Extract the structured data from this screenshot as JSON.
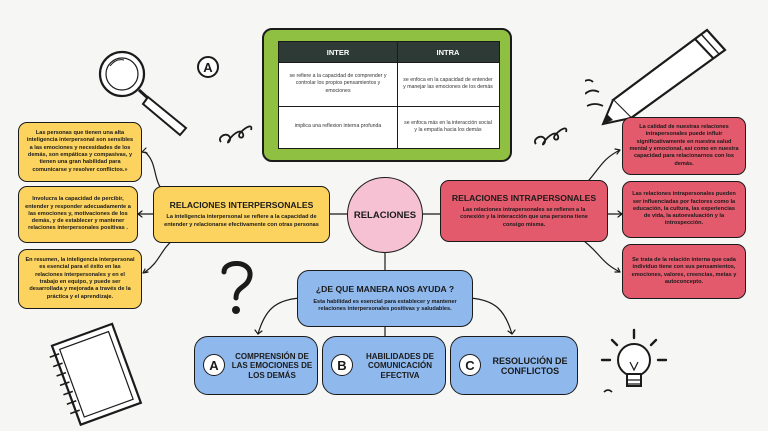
{
  "table": {
    "headers": [
      "INTER",
      "INTRA"
    ],
    "rows": [
      [
        "se refiere a la capacidad de comprender y controlar los propios pensamientos y emociones",
        "se enfoca en la capacidad de entender y manejar las emociones de los demás"
      ],
      [
        "implica una reflexion interna profunda",
        "se enfoca más en la interacción social y la empatía hacia los demás"
      ]
    ]
  },
  "center": {
    "label": "RELACIONES"
  },
  "interpersonales": {
    "title": "RELACIONES INTERPERSONALES",
    "description": "La inteligencia interpersonal se refiere a la capacidad de entender y relacionarse efectivamente con otras personas",
    "notes": [
      "Las personas que tienen una alta inteligencia interpersonal son sensibles a las emociones y necesidades de los demás, son empáticas y compasivas, y tienen una gran habilidad para comunicarse y resolver conflictos.»",
      "Involucra la capacidad de percibir, entender y responder adecuadamente a las emociones y, motivaciones de los demás, y de establecer y mantener relaciones interpersonales positivas .",
      "En resumen, la inteligencia interpersonal es esencial para el éxito en las relaciones interpersonales y en el trabajo en equipo, y puede ser desarrollada y mejorada a través de la práctica y el aprendizaje."
    ]
  },
  "intrapersonales": {
    "title": "RELACIONES INTRAPERSONALES",
    "description": "Las relaciones intrapersonales se refieren a la conexión y la interacción que una persona tiene consigo misma.",
    "notes": [
      "La calidad de nuestras relaciones intrapersonales puede influir significativamente en nuestra salud mental y emocional, así como en nuestra capacidad para relacionarnos con los demás.",
      "Las relaciones intrapersonales pueden ser influenciadas por factores como la educación, la cultura, las experiencias de vida, la autoevaluación y la introspección.",
      "Se trata de la relación interna que cada individuo tiene con sus pensamientos, emociones, valores, creencias, metas y autoconcepto."
    ]
  },
  "ayuda": {
    "title": "¿DE QUE MANERA NOS AYUDA ?",
    "description": "Esta habilidad es esencial para establecer y mantener relaciones interpersonales positivas y saludables."
  },
  "outcomes": [
    {
      "letter": "A",
      "label": "COMPRENSIÓN DE LAS EMOCIONES DE LOS DEMÁS"
    },
    {
      "letter": "B",
      "label": "HABILIDADES DE COMUNICACIÓN EFECTIVA"
    },
    {
      "letter": "C",
      "label": "RESOLUCIÓN DE CONFLICTOS"
    }
  ],
  "doodles": {
    "corner_letter": "A",
    "question_mark": "?"
  },
  "colors": {
    "green": "#8fc042",
    "yellow": "#fbd35e",
    "red": "#e35a6c",
    "blue": "#8fb8ec",
    "pink": "#f7c1d4",
    "dark_header": "#2e3a36"
  }
}
